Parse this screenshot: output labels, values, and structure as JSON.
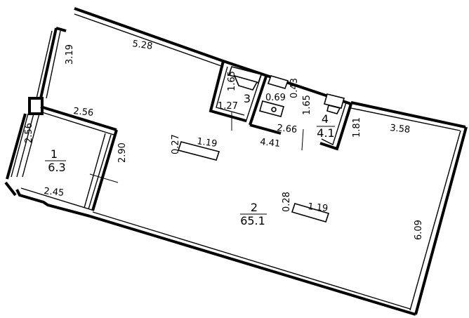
{
  "rooms": [
    {
      "id": "1",
      "number": "1",
      "area": "6.3"
    },
    {
      "id": "2",
      "number": "2",
      "area": "65.1"
    },
    {
      "id": "3",
      "number": "3"
    },
    {
      "id": "4",
      "number": "4",
      "area": "4.1"
    }
  ],
  "dimensions": {
    "d_319": "3.19",
    "d_528": "5.28",
    "d_165a": "1.65",
    "d_069": "0.69",
    "d_043": "0.43",
    "d_127": "1.27",
    "d_165b": "1.65",
    "d_256_top": "2.56",
    "d_256_left": "2.56",
    "d_266": "2.66",
    "d_441": "4.41",
    "d_181": "1.81",
    "d_358": "3.58",
    "d_027": "0.27",
    "d_119a": "1.19",
    "d_290": "2.90",
    "d_245": "2.45",
    "d_028": "0.28",
    "d_119b": "1.19",
    "d_609": "6.09"
  }
}
